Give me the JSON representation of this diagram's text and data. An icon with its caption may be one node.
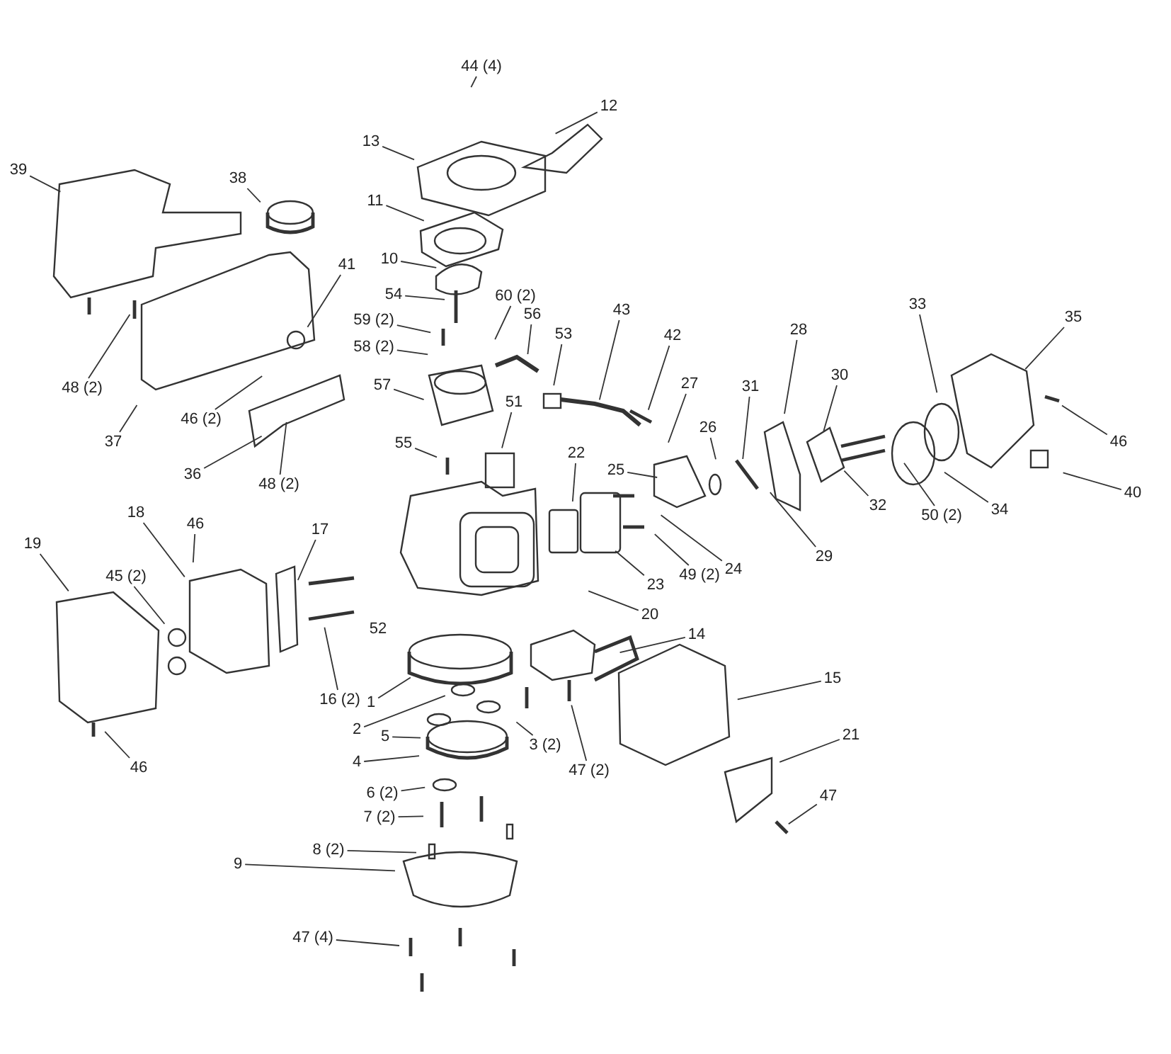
{
  "diagram": {
    "nodes": [
      {
        "text": [
          "44 (4)"
        ]
      },
      {
        "text": [
          "12"
        ]
      },
      {
        "text": [
          "13"
        ]
      },
      {
        "text": [
          "11"
        ]
      },
      {
        "text": [
          "10"
        ]
      },
      {
        "text": [
          "54"
        ]
      },
      {
        "text": [
          "59 (2)"
        ]
      },
      {
        "text": [
          "60 (2)"
        ]
      },
      {
        "text": [
          "56"
        ]
      },
      {
        "text": [
          "53"
        ]
      },
      {
        "text": [
          "43"
        ]
      },
      {
        "text": [
          "42"
        ]
      },
      {
        "text": [
          "58 (2)"
        ]
      },
      {
        "text": [
          "57"
        ]
      },
      {
        "text": [
          "51"
        ]
      },
      {
        "text": [
          "55"
        ]
      },
      {
        "text": [
          "22"
        ]
      },
      {
        "text": [
          "27"
        ]
      },
      {
        "text": [
          "31"
        ]
      },
      {
        "text": [
          "26"
        ]
      },
      {
        "text": [
          "28"
        ]
      },
      {
        "text": [
          "30"
        ]
      },
      {
        "text": [
          "33"
        ]
      },
      {
        "text": [
          "35"
        ]
      },
      {
        "text": [
          "46"
        ]
      },
      {
        "text": [
          "25"
        ]
      },
      {
        "text": [
          "32"
        ]
      },
      {
        "text": [
          "50 (2)"
        ]
      },
      {
        "text": [
          "34"
        ]
      },
      {
        "text": [
          "40"
        ]
      },
      {
        "text": [
          "29"
        ]
      },
      {
        "text": [
          "24"
        ]
      },
      {
        "text": [
          "49 (2)"
        ]
      },
      {
        "text": [
          "23"
        ]
      },
      {
        "text": [
          "20"
        ]
      },
      {
        "text": [
          "14"
        ]
      },
      {
        "text": [
          "15"
        ]
      },
      {
        "text": [
          "21"
        ]
      },
      {
        "text": [
          "47"
        ]
      },
      {
        "text": [
          "47 (2)"
        ]
      },
      {
        "text": [
          "39"
        ]
      },
      {
        "text": [
          "38"
        ]
      },
      {
        "text": [
          "41"
        ]
      },
      {
        "text": [
          "48 (2)"
        ]
      },
      {
        "text": [
          "37"
        ]
      },
      {
        "text": [
          "46 (2)"
        ]
      },
      {
        "text": [
          "36"
        ]
      },
      {
        "text": [
          "48 (2)"
        ]
      },
      {
        "text": [
          "18"
        ]
      },
      {
        "text": [
          "46"
        ]
      },
      {
        "text": [
          "17"
        ]
      },
      {
        "text": [
          "19"
        ]
      },
      {
        "text": [
          "45 (2)"
        ]
      },
      {
        "text": [
          "16 (2)"
        ]
      },
      {
        "text": [
          "1"
        ]
      },
      {
        "text": [
          "2"
        ]
      },
      {
        "text": [
          "3 (2)"
        ]
      },
      {
        "text": [
          "5"
        ]
      },
      {
        "text": [
          "4"
        ]
      },
      {
        "text": [
          "6 (2)"
        ]
      },
      {
        "text": [
          "7 (2)"
        ]
      },
      {
        "text": [
          "46"
        ]
      },
      {
        "text": [
          "8 (2)"
        ]
      },
      {
        "text": [
          "9"
        ]
      },
      {
        "text": [
          "47 (4)"
        ]
      }
    ],
    "edges": [
      {
        "from": 0,
        "to": null,
        "arrow": "none"
      },
      {
        "from": 1,
        "to": null,
        "arrow": "none"
      },
      {
        "from": 2,
        "to": null,
        "arrow": "none"
      },
      {
        "from": 3,
        "to": null,
        "arrow": "none"
      },
      {
        "from": 4,
        "to": null,
        "arrow": "none"
      },
      {
        "from": 5,
        "to": null,
        "arrow": "none"
      },
      {
        "from": 6,
        "to": null,
        "arrow": "none"
      },
      {
        "from": 7,
        "to": null,
        "arrow": "none"
      },
      {
        "from": 8,
        "to": null,
        "arrow": "none"
      },
      {
        "from": 9,
        "to": null,
        "arrow": "none"
      },
      {
        "from": 10,
        "to": null,
        "arrow": "none"
      },
      {
        "from": 11,
        "to": null,
        "arrow": "none"
      },
      {
        "from": 12,
        "to": null,
        "arrow": "none"
      },
      {
        "from": 13,
        "to": null,
        "arrow": "none"
      },
      {
        "from": 14,
        "to": null,
        "arrow": "none"
      },
      {
        "from": 15,
        "to": null,
        "arrow": "none"
      },
      {
        "from": 16,
        "to": null,
        "arrow": "none"
      },
      {
        "from": 17,
        "to": null,
        "arrow": "none"
      },
      {
        "from": 18,
        "to": null,
        "arrow": "none"
      },
      {
        "from": 19,
        "to": null,
        "arrow": "none"
      },
      {
        "from": 20,
        "to": null,
        "arrow": "none"
      },
      {
        "from": 21,
        "to": null,
        "arrow": "none"
      },
      {
        "from": 22,
        "to": null,
        "arrow": "none"
      },
      {
        "from": 23,
        "to": null,
        "arrow": "none"
      },
      {
        "from": 24,
        "to": null,
        "arrow": "none"
      },
      {
        "from": 25,
        "to": null,
        "arrow": "none"
      },
      {
        "from": 26,
        "to": null,
        "arrow": "none"
      },
      {
        "from": 27,
        "to": null,
        "arrow": "none"
      },
      {
        "from": 28,
        "to": null,
        "arrow": "none"
      },
      {
        "from": 29,
        "to": null,
        "arrow": "none"
      },
      {
        "from": 30,
        "to": null,
        "arrow": "none"
      },
      {
        "from": 31,
        "to": null,
        "arrow": "none"
      },
      {
        "from": 32,
        "to": null,
        "arrow": "none"
      },
      {
        "from": 33,
        "to": null,
        "arrow": "none"
      },
      {
        "from": 34,
        "to": null,
        "arrow": "none"
      },
      {
        "from": 35,
        "to": null,
        "arrow": "none"
      },
      {
        "from": 36,
        "to": null,
        "arrow": "none"
      },
      {
        "from": 37,
        "to": null,
        "arrow": "none"
      },
      {
        "from": 38,
        "to": null,
        "arrow": "none"
      },
      {
        "from": 39,
        "to": null,
        "arrow": "none"
      },
      {
        "from": 40,
        "to": null,
        "arrow": "none"
      },
      {
        "from": 41,
        "to": null,
        "arrow": "none"
      },
      {
        "from": 42,
        "to": null,
        "arrow": "none"
      },
      {
        "from": 43,
        "to": null,
        "arrow": "none"
      },
      {
        "from": 44,
        "to": null,
        "arrow": "none"
      },
      {
        "from": 45,
        "to": null,
        "arrow": "none"
      },
      {
        "from": 46,
        "to": null,
        "arrow": "none"
      },
      {
        "from": 47,
        "to": null,
        "arrow": "none"
      },
      {
        "from": 48,
        "to": null,
        "arrow": "none"
      },
      {
        "from": 49,
        "to": null,
        "arrow": "none"
      },
      {
        "from": 50,
        "to": null,
        "arrow": "none"
      },
      {
        "from": 51,
        "to": null,
        "arrow": "none"
      },
      {
        "from": 52,
        "to": null,
        "arrow": "none"
      },
      {
        "from": 53,
        "to": null,
        "arrow": "none"
      },
      {
        "from": 54,
        "to": null,
        "arrow": "none"
      },
      {
        "from": 55,
        "to": null,
        "arrow": "none"
      },
      {
        "from": 56,
        "to": null,
        "arrow": "none"
      },
      {
        "from": 57,
        "to": null,
        "arrow": "none"
      },
      {
        "from": 58,
        "to": null,
        "arrow": "none"
      },
      {
        "from": 59,
        "to": null,
        "arrow": "none"
      },
      {
        "from": 60,
        "to": null,
        "arrow": "none"
      },
      {
        "from": 61,
        "to": null,
        "arrow": "none"
      },
      {
        "from": 62,
        "to": null,
        "arrow": "none"
      },
      {
        "from": 63,
        "to": null,
        "arrow": "none"
      },
      {
        "from": 64,
        "to": null,
        "arrow": "none"
      }
    ],
    "labels": [
      "52"
    ]
  }
}
